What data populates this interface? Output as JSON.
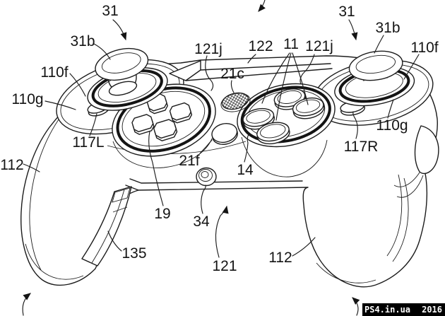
{
  "figure": {
    "colors": {
      "line": "#1c1c1c",
      "background": "#ffffff"
    },
    "labels": {
      "l31_left": {
        "text": "31"
      },
      "l31b_left": {
        "text": "31b"
      },
      "l110f_left": {
        "text": "110f"
      },
      "l110g_left": {
        "text": "110g"
      },
      "l117L": {
        "text": "117L"
      },
      "l112_left": {
        "text": "112"
      },
      "l121j_left": {
        "text": "121j"
      },
      "l21c": {
        "text": "21c"
      },
      "l122": {
        "text": "122"
      },
      "l11": {
        "text": "11"
      },
      "l121j_right": {
        "text": "121j"
      },
      "l31_right": {
        "text": "31"
      },
      "l31b_right": {
        "text": "31b"
      },
      "l110f_right": {
        "text": "110f"
      },
      "l110g_right": {
        "text": "110g"
      },
      "l117R": {
        "text": "117R"
      },
      "l21f": {
        "text": "21f"
      },
      "l14": {
        "text": "14"
      },
      "l19": {
        "text": "19"
      },
      "l34": {
        "text": "34"
      },
      "l135": {
        "text": "135"
      },
      "l121_bottom": {
        "text": "121"
      },
      "l112_right": {
        "text": "112"
      }
    }
  },
  "watermark": {
    "site": "PS4.in.ua",
    "year": "2016",
    "background": "#000000",
    "color": "#ffffff"
  }
}
